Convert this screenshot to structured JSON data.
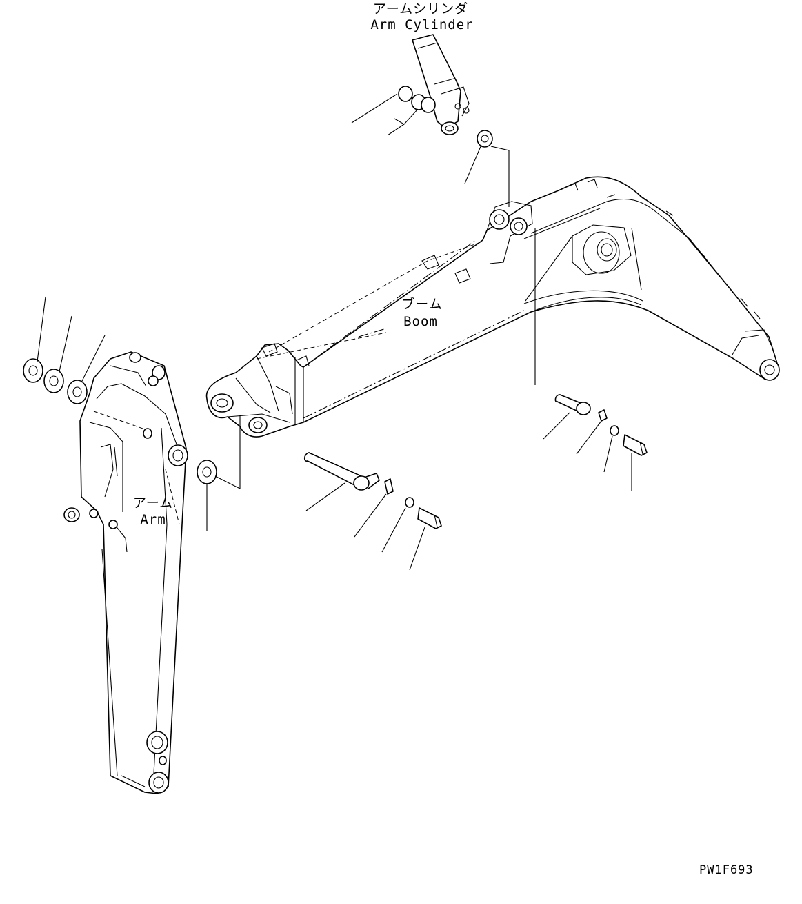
{
  "labels": {
    "arm_cylinder_jp": "アームシリンダ",
    "arm_cylinder_en": "Arm Cylinder",
    "boom_jp": "ブーム",
    "boom_en": "Boom",
    "arm_jp": "アーム",
    "arm_en": "Arm",
    "drawing_code": "PW1F693"
  }
}
